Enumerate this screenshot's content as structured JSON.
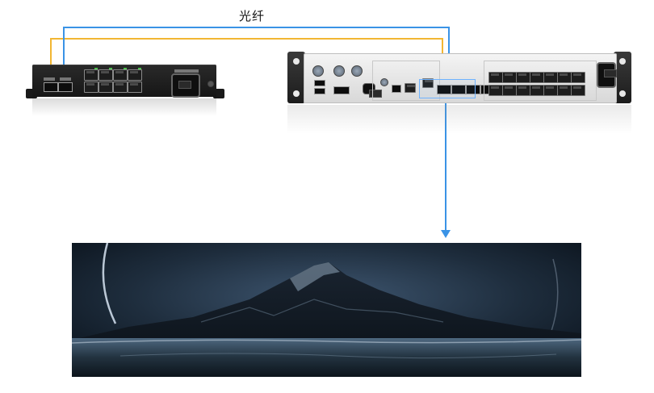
{
  "diagram": {
    "fiber_label": "光纤",
    "colors": {
      "fiber_yellow": "#f2b633",
      "fiber_blue": "#3a93e6",
      "arrow_blue": "#3a93e6",
      "callout_outline": "#6fb3ff"
    },
    "devices": [
      {
        "id": "receiver-card",
        "role": "small black fiber receiver box with 8 RJ45 ports and 2 fiber ports"
      },
      {
        "id": "video-processor",
        "role": "silver rack-mounted processor with fiber and output ports"
      }
    ],
    "display": {
      "icon": "led-display-landscape-image"
    }
  }
}
